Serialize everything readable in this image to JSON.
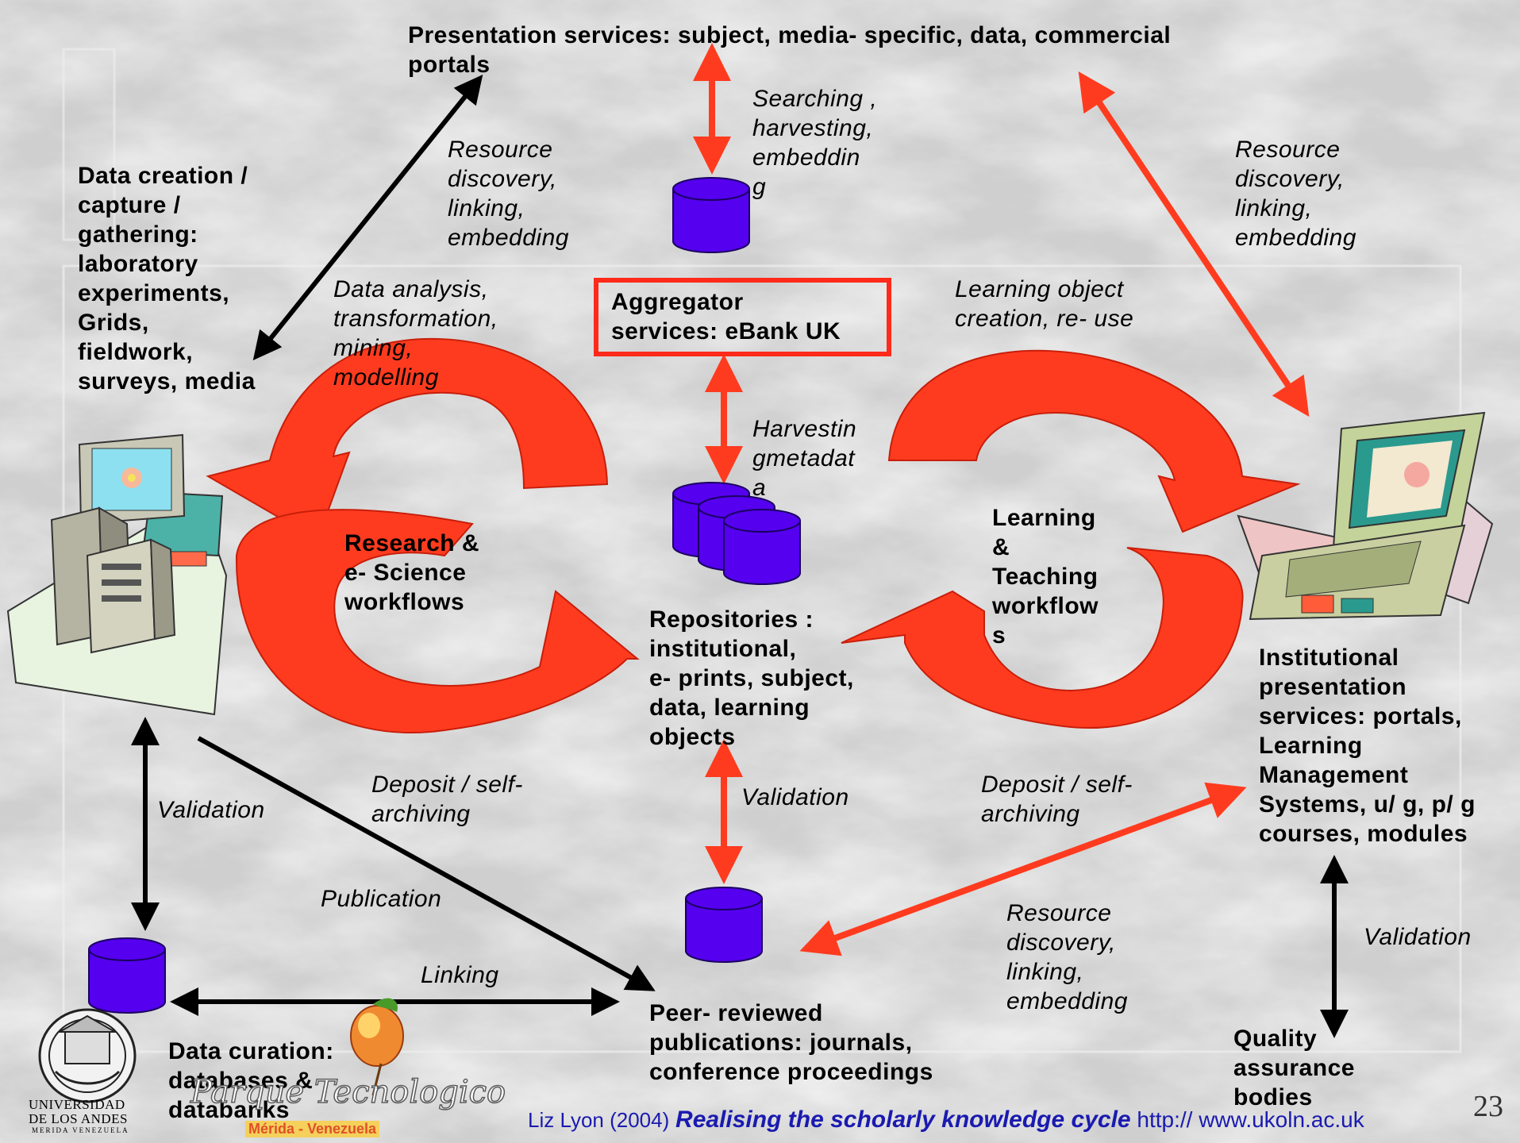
{
  "colors": {
    "arrow_red": "#ff3b1f",
    "cycle_red": "#ff3b1f",
    "cylinder_blue": "#5500ee",
    "box_red": "#ff2a1a",
    "link_blue": "#1a1ab0"
  },
  "labels": {
    "presentation_services": "Presentation services: subject, media- specific, data, commercial\nportals",
    "searching": "Searching ,\nharvesting,\nembeddin\ng",
    "resource_discovery_left": "Resource\ndiscovery,\nlinking,\nembedding",
    "resource_discovery_right": "Resource\ndiscovery,\nlinking,\nembedding",
    "data_creation": "Data creation /\ncapture /\ngathering:\nlaboratory\nexperiments,\nGrids,\nfieldwork,\nsurveys, media",
    "data_analysis": "Data analysis,\ntransformation,\nmining,\nmodelling",
    "aggregator": "Aggregator\nservices: eBank UK",
    "learning_object": "Learning object\ncreation, re- use",
    "harvesting_metadata": "Harvestin\ngmetadat\na",
    "research_workflows": "Research &\ne- Science\nworkflows",
    "learning_workflows": "Learning\n&\nTeaching\nworkflow\ns",
    "repositories": "Repositories :\ninstitutional,\n    e- prints, subject,\ndata, learning\nobjects",
    "institutional_presentation": "Institutional\npresentation\nservices: portals,\nLearning\nManagement\nSystems, u/ g, p/ g\ncourses, modules",
    "deposit_left": "Deposit / self-\narchiving",
    "deposit_right": "Deposit / self-\narchiving",
    "validation_left": "Validation",
    "validation_center": "Validation",
    "validation_right": "Validation",
    "publication": "Publication",
    "linking": "Linking",
    "resource_discovery_bottom": "Resource\ndiscovery,\nlinking,\nembedding",
    "peer_reviewed": "Peer- reviewed\npublications: journals,\nconference proceedings",
    "data_curation": "Data curation:\ndatabases &\ndatabanks",
    "quality_assurance": "Quality\nassurance\nbodies"
  },
  "footer": {
    "author": "Liz Lyon (2004)",
    "title": "Realising the scholarly knowledge cycle",
    "url": "http://  www.ukoln.ac.uk"
  },
  "page_number": "23",
  "logos": {
    "parque_line1": "Parque Tecnologico",
    "parque_line2": "Mérida - Venezuela",
    "university_line1": "UNIVERSIDAD",
    "university_line2": "DE LOS ANDES",
    "university_line3": "MERIDA VENEZUELA"
  }
}
